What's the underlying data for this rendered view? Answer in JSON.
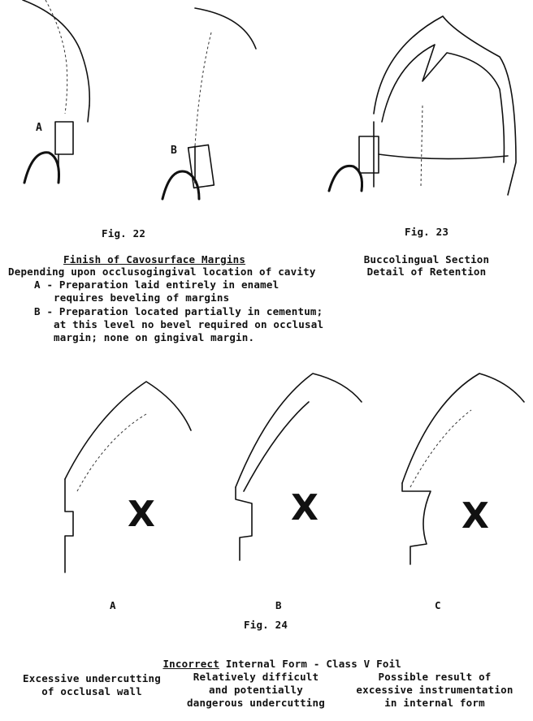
{
  "fig22": {
    "label": "Fig. 22",
    "marker_a": "A",
    "marker_b": "B",
    "title": "Finish of Cavosurface Margins",
    "subtitle": "Depending upon occlusogingival location of cavity",
    "item_a_line1": "A - Preparation laid entirely in enamel",
    "item_a_line2": "requires beveling of margins",
    "item_b_line1": "B - Preparation located partially in cementum;",
    "item_b_line2": "at this level no bevel required on occlusal",
    "item_b_line3": "margin; none on gingival margin."
  },
  "fig23": {
    "label": "Fig. 23",
    "caption_line1": "Buccolingual Section",
    "caption_line2": "Detail of Retention"
  },
  "fig24": {
    "panel_a": "A",
    "panel_b": "B",
    "panel_c": "C",
    "x_mark": "X",
    "label": "Fig. 24",
    "title_underlined": "Incorrect",
    "title_rest": " Internal Form - Class V Foil",
    "caption_a_line1": "Excessive undercutting",
    "caption_a_line2": "of occlusal wall",
    "caption_b_line1": "Relatively difficult",
    "caption_b_line2": "and potentially",
    "caption_b_line3": "dangerous undercutting",
    "caption_c_line1": "Possible result of",
    "caption_c_line2": "excessive instrumentation",
    "caption_c_line3": "in internal form"
  }
}
